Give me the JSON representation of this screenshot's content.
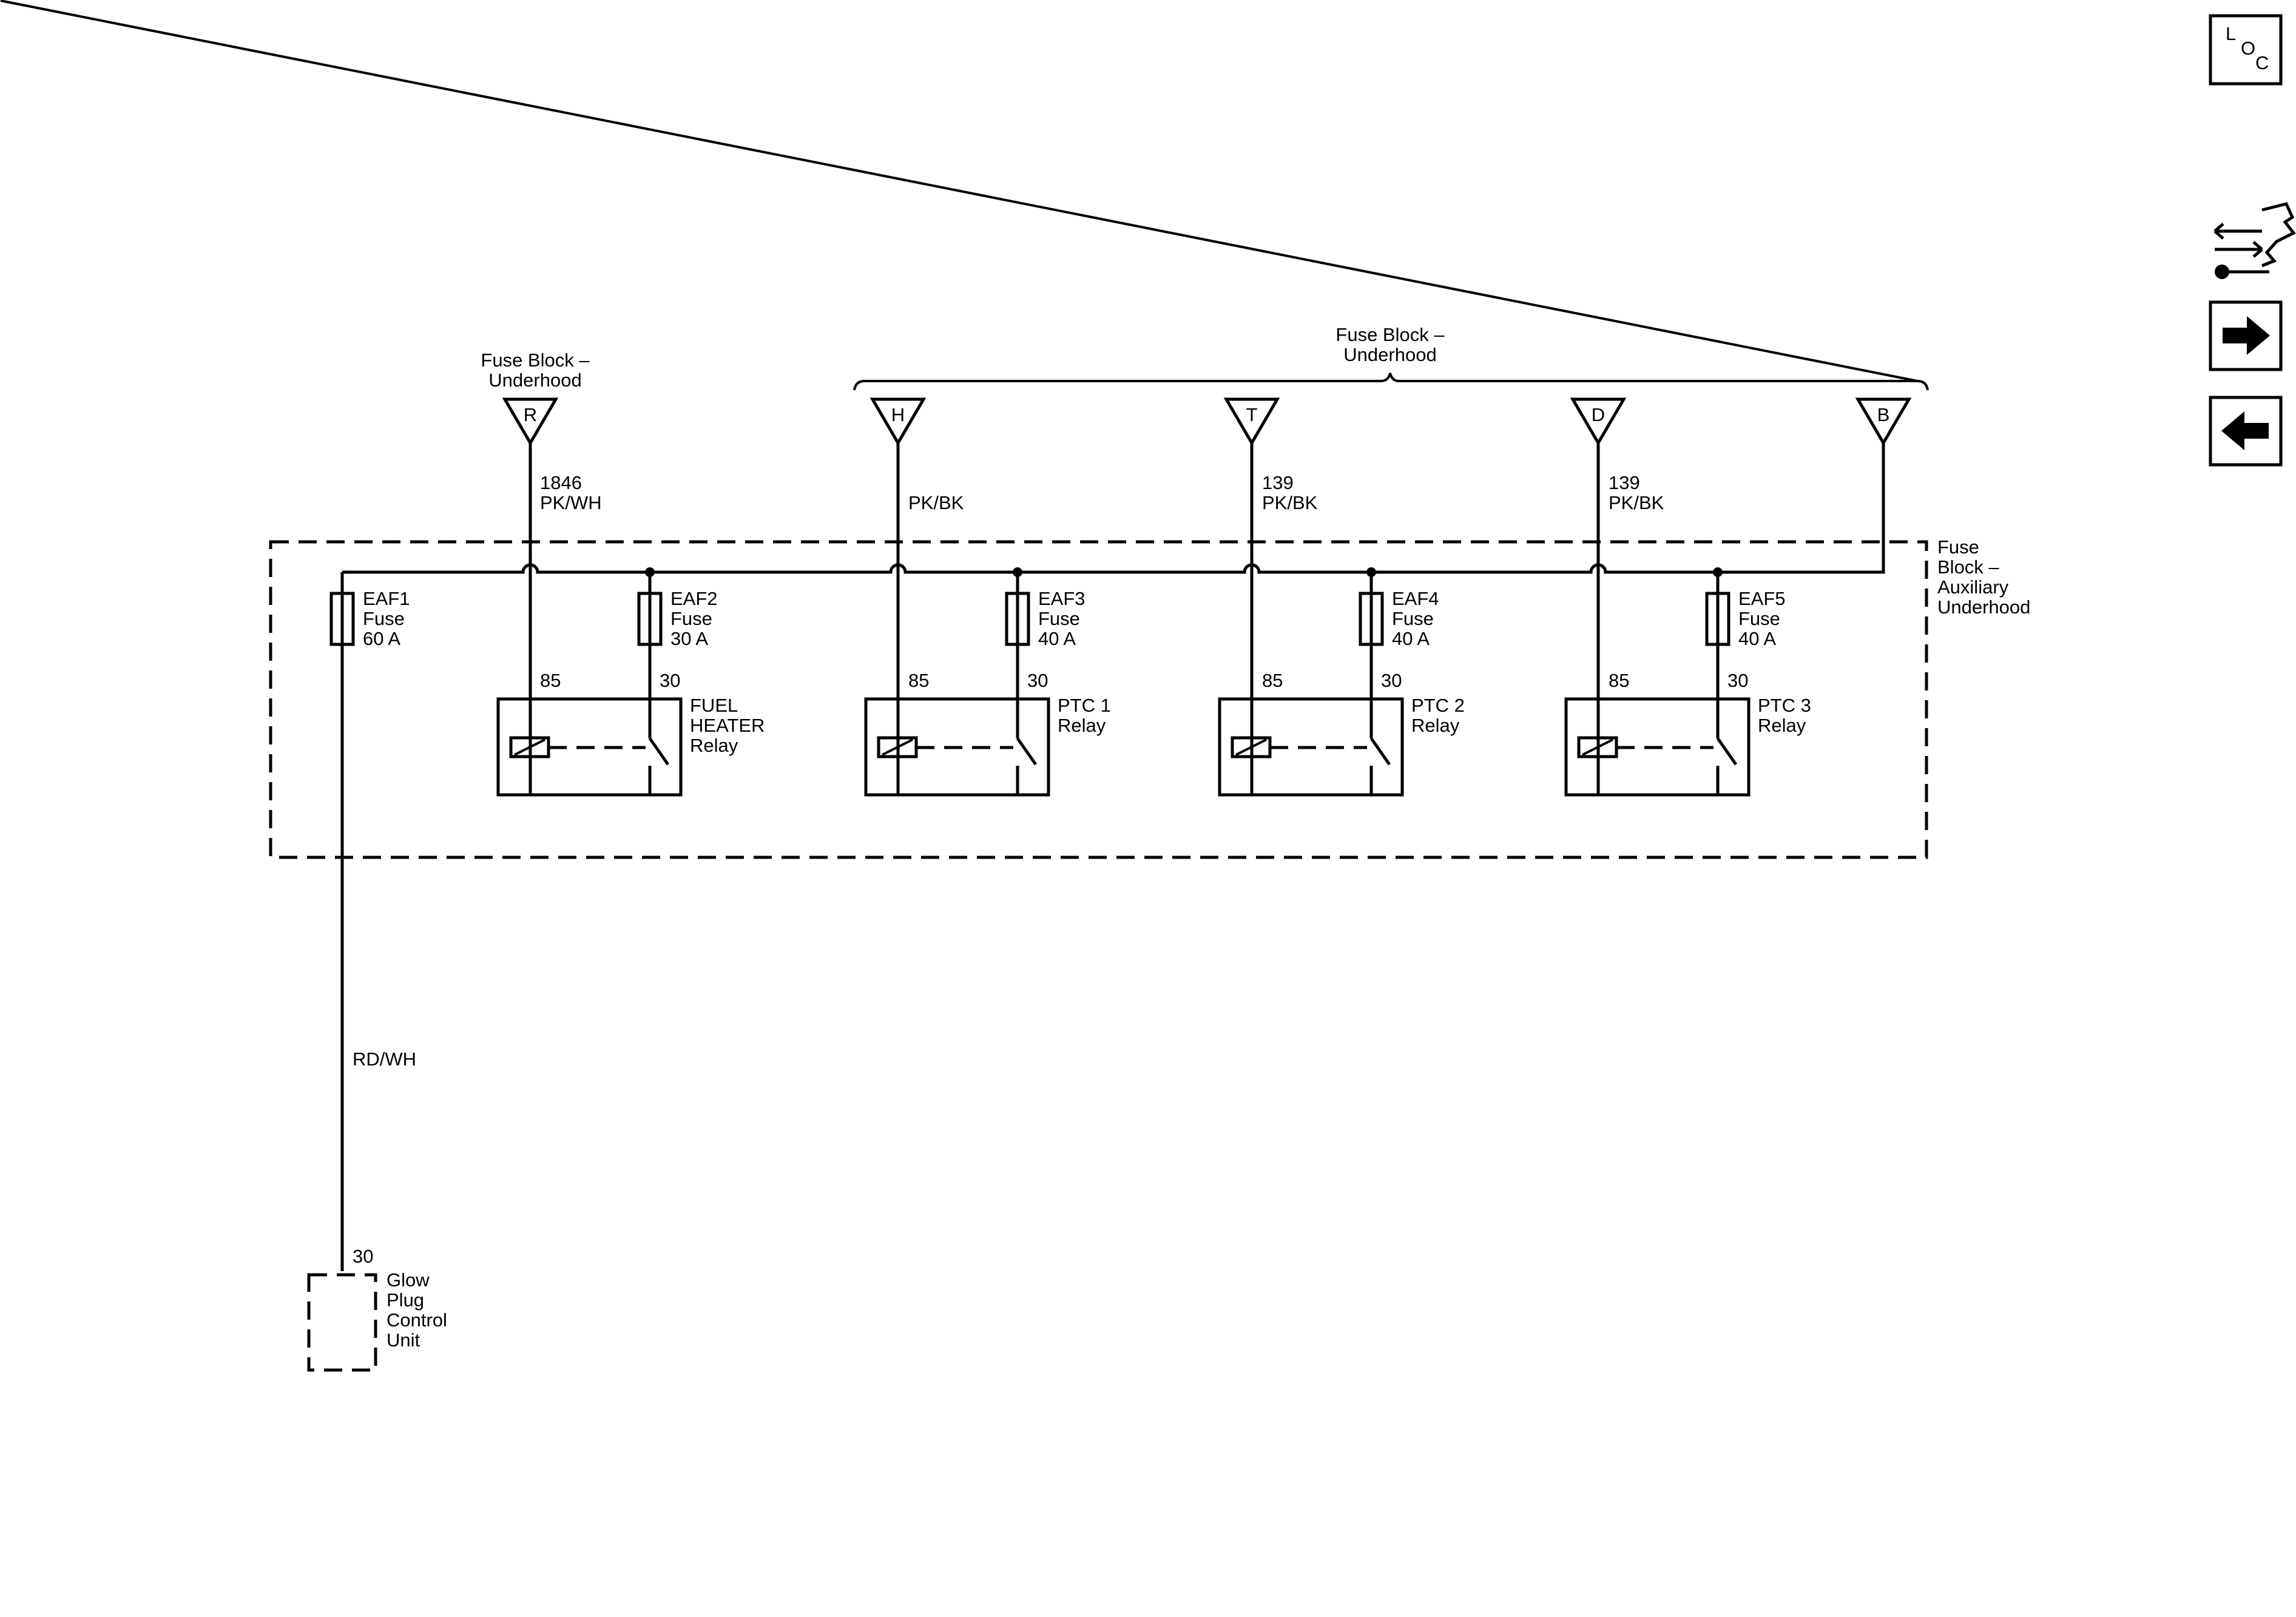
{
  "fuse_block_underhood_label": [
    "Fuse Block –",
    "Underhood"
  ],
  "aux_block_label": [
    "Fuse",
    "Block –",
    "Auxiliary",
    "Underhood"
  ],
  "terminals": [
    {
      "letter": "R",
      "circuit": "1846",
      "color": "PK/WH"
    },
    {
      "letter": "H",
      "circuit": "",
      "color": "PK/BK"
    },
    {
      "letter": "T",
      "circuit": "139",
      "color": "PK/BK"
    },
    {
      "letter": "D",
      "circuit": "139",
      "color": "PK/BK"
    },
    {
      "letter": "B",
      "circuit": "",
      "color": ""
    }
  ],
  "fuses": [
    {
      "lines": [
        "EAF1",
        "Fuse",
        "60 A"
      ]
    },
    {
      "lines": [
        "EAF2",
        "Fuse",
        "30 A"
      ]
    },
    {
      "lines": [
        "EAF3",
        "Fuse",
        "40 A"
      ]
    },
    {
      "lines": [
        "EAF4",
        "Fuse",
        "40 A"
      ]
    },
    {
      "lines": [
        "EAF5",
        "Fuse",
        "40 A"
      ]
    }
  ],
  "relays": [
    {
      "pin_coil": "85",
      "pin_switch": "30",
      "lines": [
        "FUEL",
        "HEATER",
        "Relay"
      ]
    },
    {
      "pin_coil": "85",
      "pin_switch": "30",
      "lines": [
        "PTC 1",
        "Relay"
      ]
    },
    {
      "pin_coil": "85",
      "pin_switch": "30",
      "lines": [
        "PTC 2",
        "Relay"
      ]
    },
    {
      "pin_coil": "85",
      "pin_switch": "30",
      "lines": [
        "PTC 3",
        "Relay"
      ]
    }
  ],
  "output_wire_color": "RD/WH",
  "glow_plug_pin": "30",
  "glow_plug_label": [
    "Glow",
    "Plug",
    "Control",
    "Unit"
  ],
  "nav": {
    "loc_letters": [
      "L",
      "O",
      "C"
    ],
    "icons": [
      "component-locator-icon",
      "repair-procedure-icon",
      "next-page-arrow-icon",
      "previous-page-arrow-icon"
    ]
  }
}
